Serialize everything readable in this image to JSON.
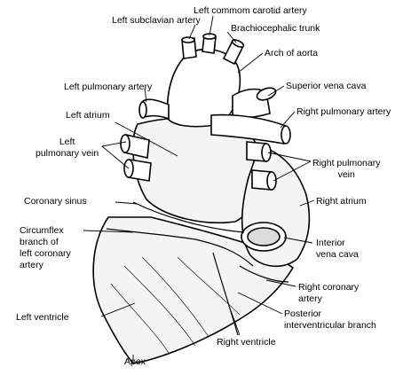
{
  "labels": {
    "left_common_carotid": "Left commom carotid artery",
    "left_subclavian": "Left subclavian artery",
    "brachiocephalic": "Brachiocephalic trunk",
    "arch_aorta": "Arch of aorta",
    "left_pulmonary_artery": "Left pulmonary artery",
    "superior_vena_cava": "Superior vena cava",
    "right_pulmonary_artery": "Right pulmonary artery",
    "left_atrium": "Left atrium",
    "left_pulmonary_vein": "Left\npulmonary vein",
    "right_pulmonary_vein": "Right pulmonary\nvein",
    "coronary_sinus": "Coronary sinus",
    "right_atrium": "Right atrium",
    "circumflex": "Circumflex\nbranch of\nleft coronary\nartery",
    "inferior_vena_cava": "Interior\nvena cava",
    "right_coronary": "Right coronary\nartery",
    "posterior_interventricular": "Posterior\ninterventricular branch",
    "left_ventricle": "Left ventricle",
    "right_ventricle": "Right ventricle",
    "apex": "Apex"
  },
  "colors": {
    "ink": "#000000",
    "background": "#ffffff",
    "tissue": "#f4f4f4"
  }
}
